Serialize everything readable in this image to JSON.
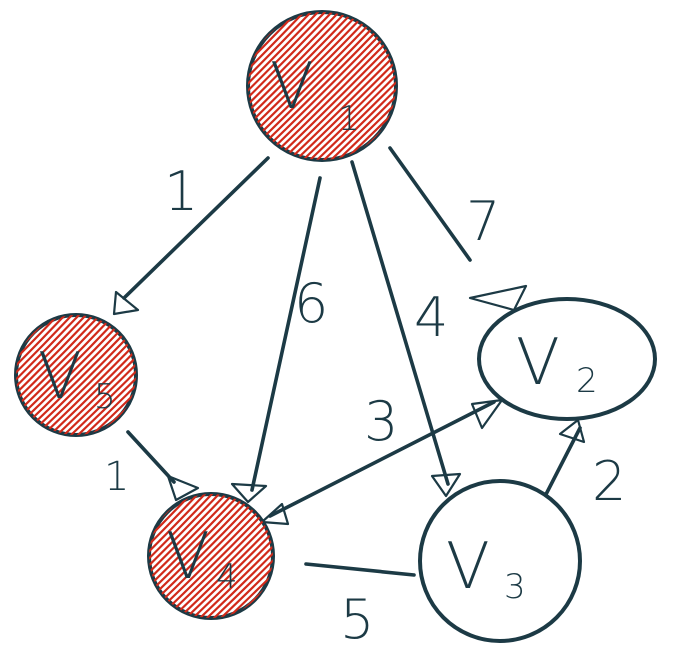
{
  "colors": {
    "ink": "#1c3a45",
    "hatch": "#d12a1a",
    "background": "#ffffff"
  },
  "nodes": [
    {
      "id": "v1",
      "letter": "V",
      "sub": "1",
      "shaded": true
    },
    {
      "id": "v2",
      "letter": "V",
      "sub": "2",
      "shaded": false
    },
    {
      "id": "v3",
      "letter": "V",
      "sub": "3",
      "shaded": false
    },
    {
      "id": "v4",
      "letter": "V",
      "sub": "4",
      "shaded": true
    },
    {
      "id": "v5",
      "letter": "V",
      "sub": "5",
      "shaded": true
    }
  ],
  "edges": [
    {
      "from": "v1",
      "to": "v5",
      "weight": "1",
      "directed": true
    },
    {
      "from": "v1",
      "to": "v4",
      "weight": "6",
      "directed": true
    },
    {
      "from": "v1",
      "to": "v3",
      "weight": "4",
      "directed": true
    },
    {
      "from": "v1",
      "to": "v2",
      "weight": "7",
      "directed": true
    },
    {
      "from": "v5",
      "to": "v4",
      "weight": "1",
      "directed": true
    },
    {
      "from": "v2",
      "to": "v4",
      "weight": "3",
      "directed": true
    },
    {
      "from": "v4",
      "to": "v2",
      "weight": "",
      "directed": true
    },
    {
      "from": "v3",
      "to": "v2",
      "weight": "2",
      "directed": true
    },
    {
      "from": "v4",
      "to": "v3",
      "weight": "5",
      "directed": false
    }
  ]
}
